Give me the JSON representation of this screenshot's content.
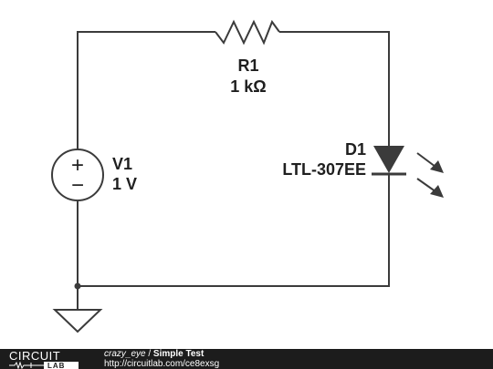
{
  "schematic": {
    "components": [
      {
        "ref": "R1",
        "value": "1 kΩ",
        "kind": "resistor"
      },
      {
        "ref": "V1",
        "value": "1 V",
        "kind": "voltage-source"
      },
      {
        "ref": "D1",
        "value": "LTL-307EE",
        "kind": "led"
      },
      {
        "ref": "GND",
        "kind": "ground"
      }
    ],
    "source_plus": "+",
    "source_minus": "−",
    "colors": {
      "wire": "#3b3b3b",
      "label": "#1f1f1f",
      "footer_bg": "#1c1c1c",
      "footer_text": "#ffffff"
    }
  },
  "footer": {
    "logo_top": "CIRCUIT",
    "logo_bottom": "LAB",
    "author": "crazy_eye",
    "separator": " / ",
    "title": "Simple Test",
    "url": "http://circuitlab.com/ce8exsg"
  }
}
